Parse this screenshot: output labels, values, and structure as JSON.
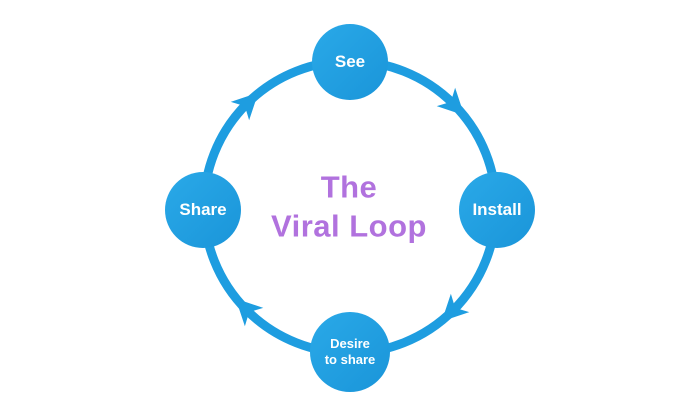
{
  "diagram": {
    "title": {
      "line1": "The",
      "line2": "Viral Loop"
    },
    "nodes": [
      {
        "id": "see",
        "label": "See"
      },
      {
        "id": "install",
        "label": "Install"
      },
      {
        "id": "desire",
        "label_line1": "Desire",
        "label_line2": "to share"
      },
      {
        "id": "share",
        "label": "Share"
      }
    ],
    "flow_direction": "clockwise",
    "colors": {
      "node_blue": "#1e9de0",
      "ring_blue": "#1e9de0",
      "title_purple": "#b172de",
      "node_label_text": "#ffffff",
      "background": "#ffffff"
    }
  }
}
